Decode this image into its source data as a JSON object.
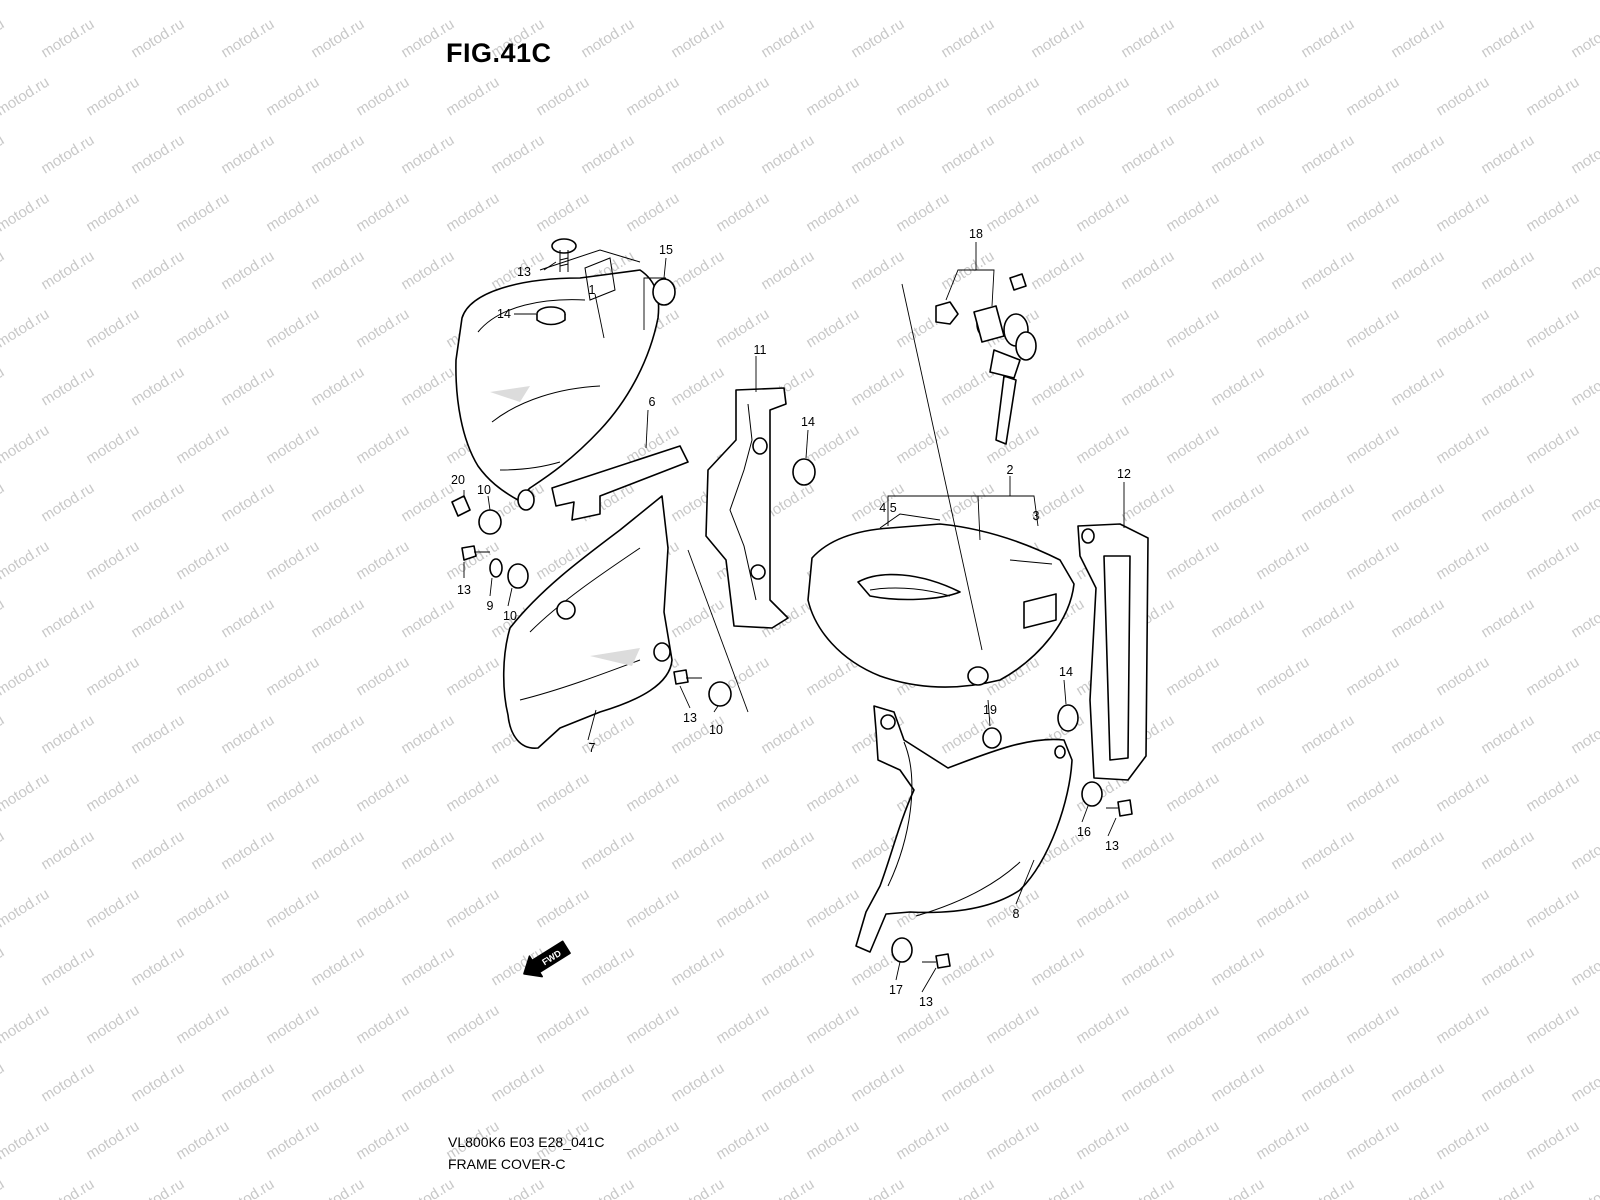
{
  "figure": {
    "title": "FIG.41C",
    "code": "VL800K6 E03 E28_041C",
    "name": "FRAME COVER-C"
  },
  "watermark": "motod.ru",
  "forward_arrow": "FWD",
  "callouts": {
    "c1": "1",
    "c2": "2",
    "c3": "3",
    "c45": "4 5",
    "c6": "6",
    "c7": "7",
    "c8": "8",
    "c9": "9",
    "c10a": "10",
    "c10b": "10",
    "c10c": "10",
    "c11": "11",
    "c12": "12",
    "c13a": "13",
    "c13b": "13",
    "c13c": "13",
    "c13d": "13",
    "c13e": "13",
    "c14a": "14",
    "c14b": "14",
    "c14c": "14",
    "c15": "15",
    "c16": "16",
    "c17": "17",
    "c18": "18",
    "c19": "19",
    "c20": "20"
  },
  "colors": {
    "line": "#000000",
    "watermark": "#c8c8c8",
    "background": "#ffffff"
  }
}
